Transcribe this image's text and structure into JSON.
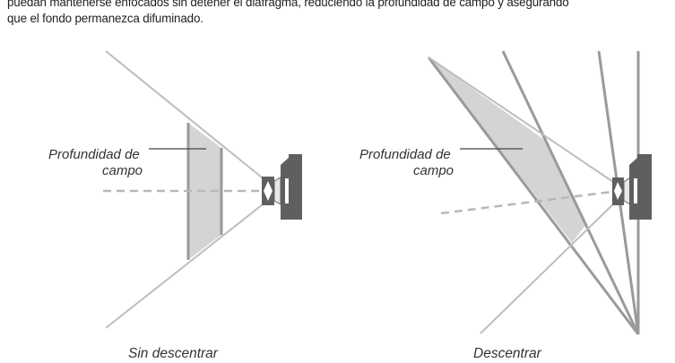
{
  "intro_text": {
    "line1": "puedan mantenerse enfocados sin detener el diafragma, reduciendo la profundidad de campo y asegurando",
    "line2": "que el fondo permanezca difuminado."
  },
  "left_figure": {
    "label_line1": "Profundidad de",
    "label_line2": "campo",
    "caption": "Sin descentrar"
  },
  "right_figure": {
    "label_line1": "Profundidad de",
    "label_line2": "campo",
    "caption": "Descentrar"
  },
  "colors": {
    "ray": "#bdbdbd",
    "plane": "#9a9a9a",
    "wedge": "#d4d4d4",
    "axis": "#b8b8b8",
    "camera": "#5f5f5f",
    "leader": "#444444"
  }
}
